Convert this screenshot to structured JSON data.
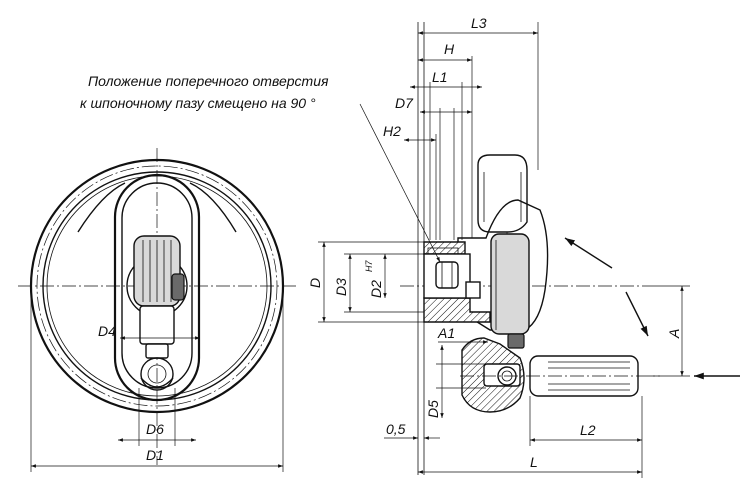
{
  "note": {
    "line1": "Положение поперечного отверстия",
    "line2": "к шпоночному пазу смещено на 90 °"
  },
  "dimensions": {
    "L3": "L3",
    "H": "H",
    "L1": "L1",
    "D7": "D7",
    "H2": "H2",
    "D": "D",
    "D3": "D3",
    "D2": "D2",
    "D2_fit": "H7",
    "A": "A",
    "A1": "A1",
    "D5": "D5",
    "offset": "0,5",
    "L2": "L2",
    "L": "L",
    "D4": "D4",
    "D6": "D6",
    "D1": "D1"
  }
}
